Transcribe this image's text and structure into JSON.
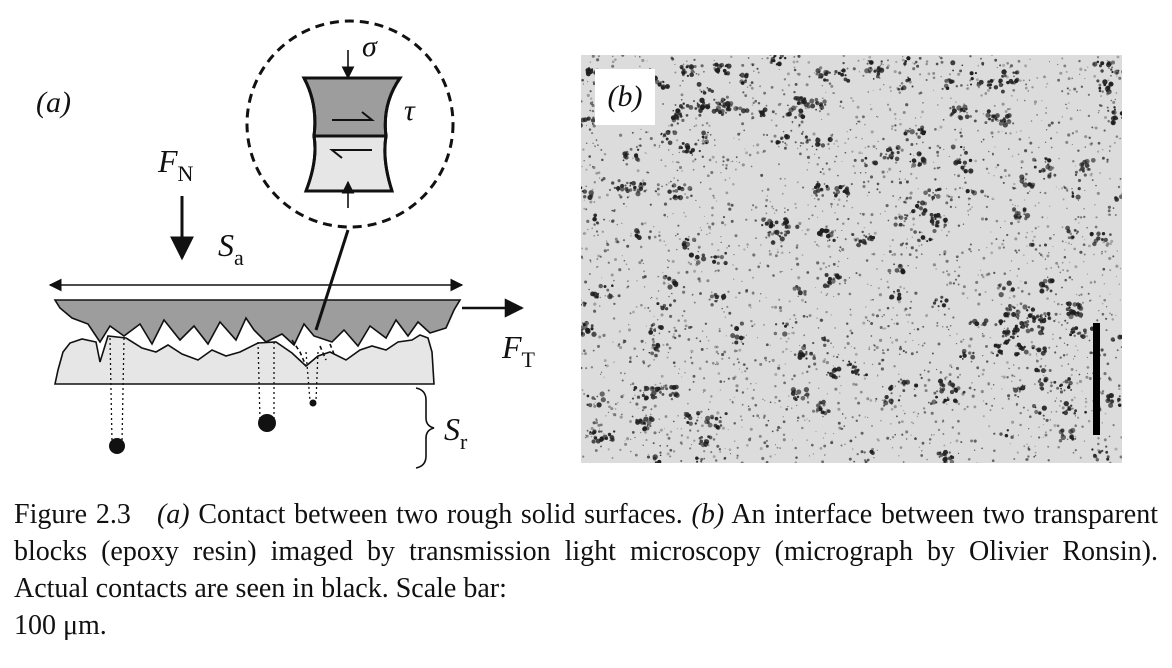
{
  "panel_a": {
    "label": "(a)",
    "sigma": "σ",
    "tau": "τ",
    "normal_force": {
      "symbol": "F",
      "subscript": "N"
    },
    "apparent_area": {
      "symbol": "S",
      "subscript": "a"
    },
    "tangential_force": {
      "symbol": "F",
      "subscript": "T"
    },
    "real_area": {
      "symbol": "S",
      "subscript": "r"
    }
  },
  "panel_b": {
    "label": "(b)"
  },
  "caption": {
    "figure_number": "Figure 2.3",
    "label_a": "(a)",
    "text_a": " Contact between two rough solid surfaces. ",
    "label_b": "(b)",
    "text_b": " An interface between two transparent blocks (epoxy resin) imaged by transmission light microscopy (micrograph by Olivier Ronsin). Actual contacts are seen in black. Scale bar:",
    "text_tail": "100 μm."
  },
  "colors": {
    "upper_solid": "#9d9d9d",
    "lower_solid": "#e6e6e6",
    "micrograph_background": "#dcdcdc",
    "contact_spots": "#1e1e1e"
  }
}
